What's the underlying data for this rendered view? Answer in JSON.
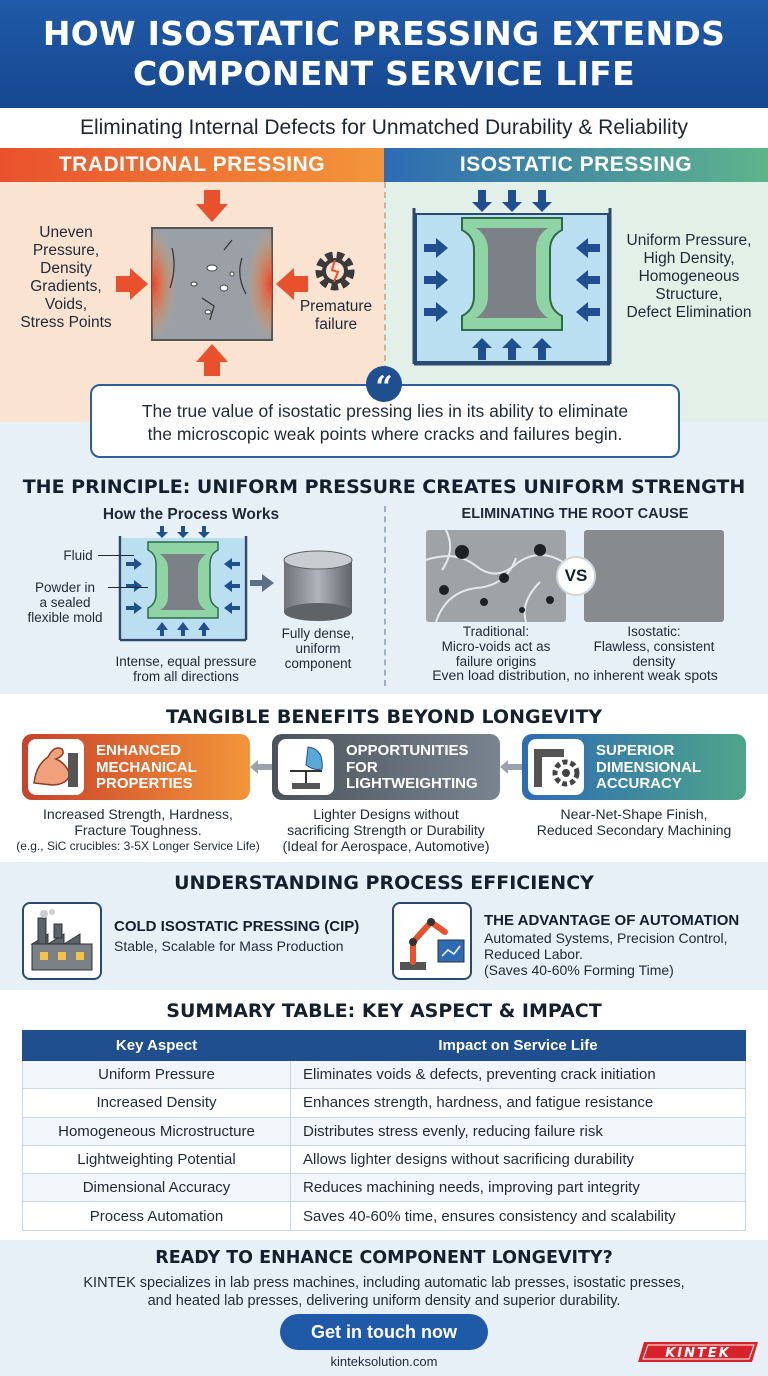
{
  "header": {
    "title_line1": "HOW ISOSTATIC PRESSING EXTENDS",
    "title_line2": "COMPONENT SERVICE LIFE"
  },
  "subtitle": "Eliminating Internal Defects for Unmatched Durability & Reliability",
  "comparison": {
    "traditional": {
      "heading": "TRADITIONAL PRESSING",
      "issues": [
        "Uneven",
        "Pressure,",
        "Density",
        "Gradients,",
        "Voids,",
        "Stress Points"
      ],
      "result": [
        "Premature",
        "failure"
      ]
    },
    "isostatic": {
      "heading": "ISOSTATIC PRESSING",
      "advantages": [
        "Uniform Pressure,",
        "High Density,",
        "Homogeneous",
        "Structure,",
        "Defect Elimination"
      ]
    }
  },
  "quote": {
    "line1": "The true value of isostatic pressing lies in its ability to eliminate",
    "line2": "the microscopic weak points where cracks and failures begin."
  },
  "principle": {
    "title": "THE PRINCIPLE: UNIFORM PRESSURE CREATES UNIFORM STRENGTH",
    "process_title": "How the Process Works",
    "fluid": "Fluid",
    "powder": [
      "Powder in",
      "a sealed",
      "flexible mold"
    ],
    "pressure": [
      "Intense, equal pressure",
      "from all directions"
    ],
    "result": [
      "Fully dense,",
      "uniform",
      "component"
    ],
    "root_title": "ELIMINATING THE ROOT CAUSE",
    "vs": "VS",
    "traditional_caption": [
      "Traditional:",
      "Micro-voids act as",
      "failure origins"
    ],
    "isostatic_caption": [
      "Isostatic:",
      "Flawless, consistent",
      "density"
    ],
    "footer": "Even load distribution, no inherent weak spots"
  },
  "benefits": {
    "title": "TANGIBLE BENEFITS BEYOND LONGEVITY",
    "items": [
      {
        "title": [
          "ENHANCED",
          "MECHANICAL",
          "PROPERTIES"
        ],
        "desc": [
          "Increased Strength, Hardness,",
          "Fracture Toughness.",
          "(e.g., SiC crucibles: 3-5X Longer Service Life)"
        ],
        "icon": "muscle-arm-icon",
        "color": "#e9512d"
      },
      {
        "title": [
          "OPPORTUNITIES",
          "FOR",
          "LIGHTWEIGHTING"
        ],
        "desc": [
          "Lighter Designs without",
          "sacrificing Strength or Durability",
          "(Ideal for Aerospace, Automotive)"
        ],
        "icon": "feather-scale-icon",
        "color": "#5c6670"
      },
      {
        "title": [
          "SUPERIOR",
          "DIMENSIONAL",
          "ACCURACY"
        ],
        "desc": [
          "Near-Net-Shape Finish,",
          "Reduced Secondary Machining"
        ],
        "icon": "caliper-gear-icon",
        "color": "#2d6bb4"
      }
    ]
  },
  "efficiency": {
    "title": "UNDERSTANDING PROCESS EFFICIENCY",
    "cip": {
      "title": "COLD ISOSTATIC PRESSING (CIP)",
      "text": "Stable, Scalable for Mass Production",
      "icon": "factory-icon"
    },
    "automation": {
      "title": "THE ADVANTAGE OF AUTOMATION",
      "text": [
        "Automated Systems, Precision Control,",
        "Reduced Labor.",
        "(Saves 40-60% Forming Time)"
      ],
      "icon": "robot-arm-icon"
    }
  },
  "table": {
    "title": "SUMMARY TABLE: KEY ASPECT & IMPACT",
    "headers": [
      "Key Aspect",
      "Impact on Service Life"
    ],
    "rows": [
      [
        "Uniform Pressure",
        "Eliminates voids & defects, preventing crack initiation"
      ],
      [
        "Increased Density",
        "Enhances strength, hardness, and fatigue resistance"
      ],
      [
        "Homogeneous Microstructure",
        "Distributes stress evenly, reducing failure risk"
      ],
      [
        "Lightweighting Potential",
        "Allows lighter designs without sacrificing durability"
      ],
      [
        "Dimensional Accuracy",
        "Reduces machining needs, improving part integrity"
      ],
      [
        "Process Automation",
        "Saves 40-60% time, ensures consistency and scalability"
      ]
    ]
  },
  "cta": {
    "title": "READY TO ENHANCE COMPONENT LONGEVITY?",
    "line1": "KINTEK specializes in lab press machines, including automatic lab presses, isostatic presses,",
    "line2": "and heated lab presses, delivering uniform density and superior durability.",
    "button": "Get in touch now",
    "url": "kinteksolution.com",
    "brand": "KINTEK"
  }
}
